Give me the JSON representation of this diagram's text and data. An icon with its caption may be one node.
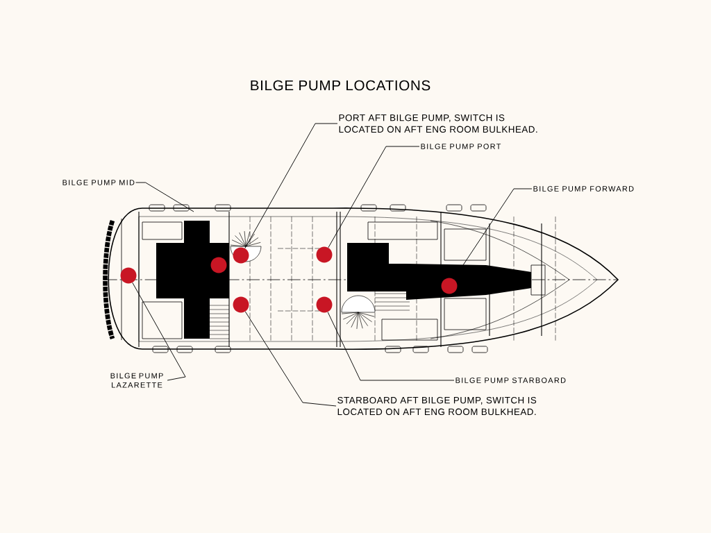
{
  "diagram": {
    "title": "BILGE PUMP LOCATIONS",
    "nodes": [
      {
        "text": [
          "BILGE PUMP MID"
        ]
      },
      {
        "text": [
          "PORT AFT BILGE PUMP, SWITCH IS LOCATED ON AFT ENG ROOM BULKHEAD."
        ]
      },
      {
        "text": [
          "BILGE PUMP PORT"
        ]
      },
      {
        "text": [
          "BILGE PUMP FORWARD"
        ]
      },
      {
        "text": [
          "BILGE PUMP LAZARETTE"
        ]
      },
      {
        "text": [
          "BILGE PUMP STARBOARD"
        ]
      },
      {
        "text": [
          "STARBOARD AFT BILGE PUMP, SWITCH IS LOCATED ON AFT ENG ROOM BULKHEAD."
        ]
      },
      {
        "text": [],
        "shape": "circle"
      },
      {
        "text": [],
        "shape": "circle"
      },
      {
        "text": [],
        "shape": "circle"
      },
      {
        "text": [],
        "shape": "circle"
      },
      {
        "text": [],
        "shape": "circle"
      },
      {
        "text": [],
        "shape": "circle"
      },
      {
        "text": [],
        "shape": "circle"
      }
    ],
    "edges": [
      {
        "from": 0,
        "to": null,
        "arrow": "none"
      },
      {
        "from": 1,
        "to": 9,
        "arrow": "none"
      },
      {
        "from": 2,
        "to": 10,
        "arrow": "none"
      },
      {
        "from": 3,
        "to": 13,
        "arrow": "none"
      },
      {
        "from": 4,
        "to": 7,
        "arrow": "none"
      },
      {
        "from": 5,
        "to": 12,
        "arrow": "none"
      },
      {
        "from": 6,
        "to": 11,
        "arrow": "none"
      }
    ]
  }
}
